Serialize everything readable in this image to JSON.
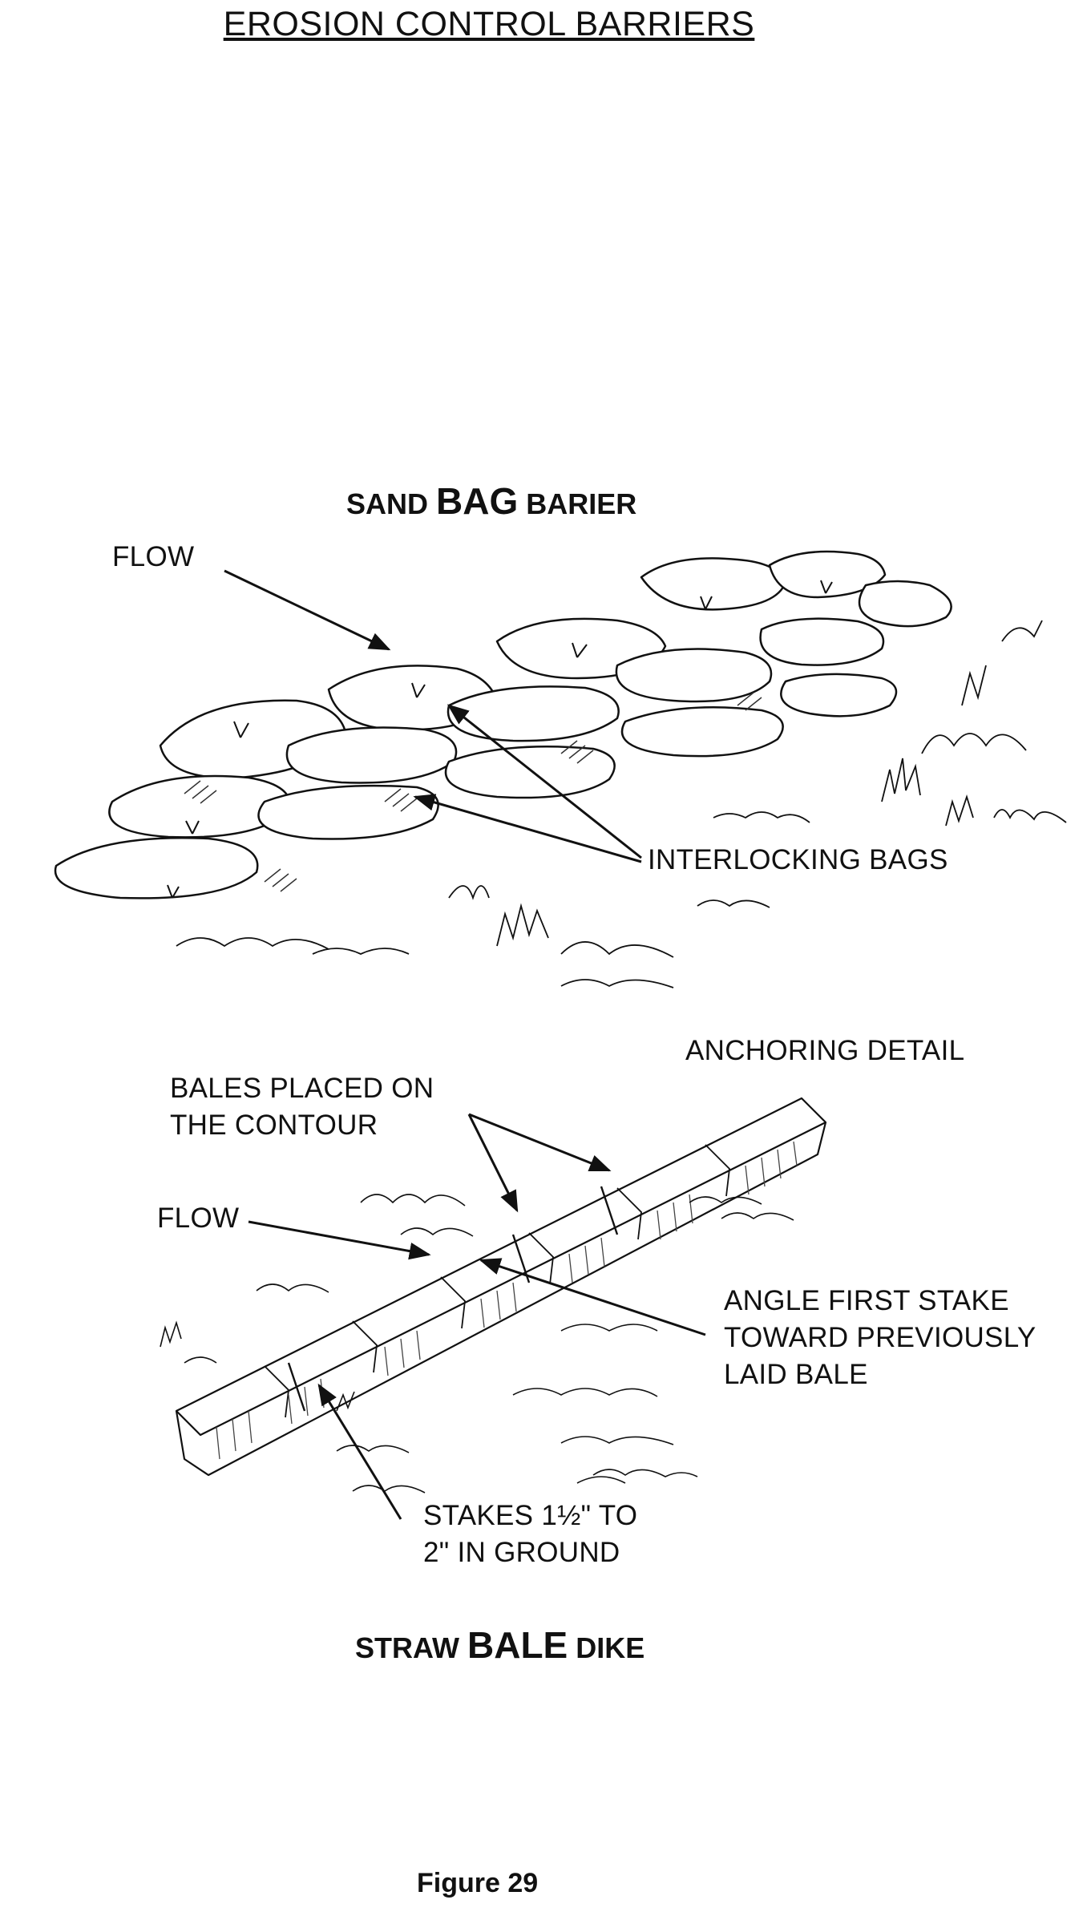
{
  "title": "EROSION CONTROL BARRIERS",
  "sandbag": {
    "heading_pre": "SAND ",
    "heading_big": "BAG",
    "heading_post": " BARIER",
    "flow_label": "FLOW",
    "interlocking_label": "INTERLOCKING BAGS"
  },
  "straw": {
    "anchoring_label": "ANCHORING DETAIL",
    "bales_label_line1": "BALES PLACED ON",
    "bales_label_line2": "THE CONTOUR",
    "flow_label": "FLOW",
    "angle_line1": "ANGLE FIRST STAKE",
    "angle_line2": "TOWARD PREVIOUSLY",
    "angle_line3": "LAID BALE",
    "stakes_line1": "STAKES 1½\" TO",
    "stakes_line2": "2\" IN GROUND",
    "heading_pre": "STRAW ",
    "heading_big": "BALE",
    "heading_post": " DIKE"
  },
  "figure_label": "Figure 29"
}
